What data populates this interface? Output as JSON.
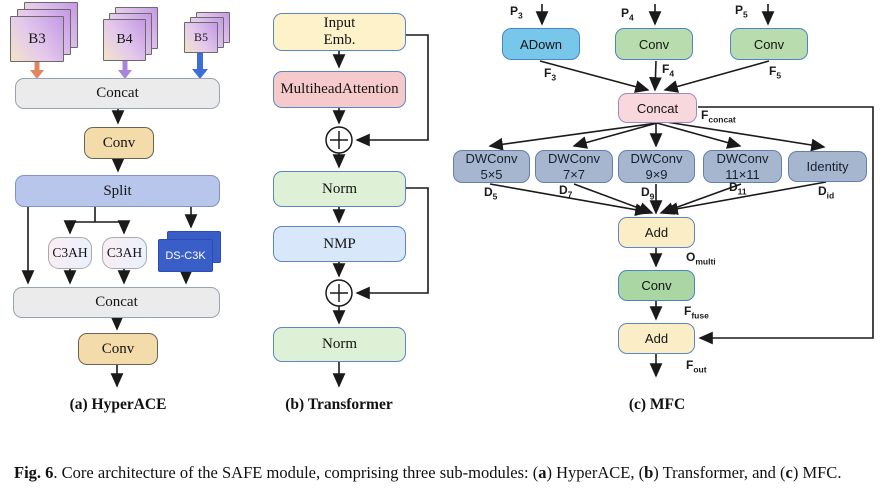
{
  "palette": {
    "line": "#1a1a1a",
    "b3_arrow": "#e0855f",
    "b4_arrow": "#a985da",
    "b5_arrow": "#3d6cdb",
    "gray_box": "#ebebeb",
    "tan_box": "#f3dcaa",
    "split_box": "#b7c6ea",
    "ds_c3k_box": "#3a5ec8",
    "cream_box": "#fdf2ca",
    "pink_box": "#f6caca",
    "green_box": "#def0d6",
    "nmp_box": "#d8e7fa",
    "adown_box": "#76c7e9",
    "mfc_green_box": "#b9dcae",
    "mfc_pink_box": "#f8d7dd",
    "slate_box": "#a7b6cf",
    "add_box": "#fbeec6"
  },
  "hyperace": {
    "label": "(a) HyperACE",
    "input_stacks": [
      {
        "name": "B3",
        "arrow_color": "#e0855f"
      },
      {
        "name": "B4",
        "arrow_color": "#a985da"
      },
      {
        "name": "B5",
        "arrow_color": "#3d6cdb"
      }
    ],
    "blocks": {
      "concat1": "Concat",
      "conv1": "Conv",
      "split": "Split",
      "c3ah_left": "C3AH",
      "c3ah_right": "C3AH",
      "ds_c3k": "DS-C3K",
      "concat2": "Concat",
      "conv2": "Conv"
    }
  },
  "transformer": {
    "label": "(b) Transformer",
    "blocks": {
      "input_emb_line1": "Input",
      "input_emb_line2": "Emb.",
      "mha": "MultiheadAttention",
      "norm1": "Norm",
      "nmp": "NMP",
      "norm2": "Norm"
    }
  },
  "mfc": {
    "label": "(c) MFC",
    "inputs": [
      {
        "base": "P",
        "sub": "3"
      },
      {
        "base": "P",
        "sub": "4"
      },
      {
        "base": "P",
        "sub": "5"
      }
    ],
    "top_blocks": [
      "ADown",
      "Conv",
      "Conv"
    ],
    "feature_labels": [
      {
        "base": "F",
        "sub": "3"
      },
      {
        "base": "F",
        "sub": "4"
      },
      {
        "base": "F",
        "sub": "5"
      }
    ],
    "concat": "Concat",
    "f_concat": {
      "base": "F",
      "sub": "concat"
    },
    "branches": [
      {
        "line1": "DWConv",
        "line2": "5×5",
        "d_base": "D",
        "d_sub": "5"
      },
      {
        "line1": "DWConv",
        "line2": "7×7",
        "d_base": "D",
        "d_sub": "7"
      },
      {
        "line1": "DWConv",
        "line2": "9×9",
        "d_base": "D",
        "d_sub": "9"
      },
      {
        "line1": "DWConv",
        "line2": "11×11",
        "d_base": "D",
        "d_sub": "11"
      },
      {
        "line1": "Identity",
        "d_base": "D",
        "d_sub": "id"
      }
    ],
    "add1": "Add",
    "o_multi": {
      "base": "O",
      "sub": "multi"
    },
    "conv": "Conv",
    "f_fuse": {
      "base": "F",
      "sub": "fuse"
    },
    "add2": "Add",
    "f_out": {
      "base": "F",
      "sub": "out"
    }
  },
  "caption": {
    "fig": "Fig. 6",
    "after_fig": ".  ",
    "t1": "Core architecture of the SAFE module, comprising three sub-modules: (",
    "a": "a",
    "t2": ") HyperACE, (",
    "b": "b",
    "t3": ") Transformer, and (",
    "c": "c",
    "t4": ") MFC."
  }
}
